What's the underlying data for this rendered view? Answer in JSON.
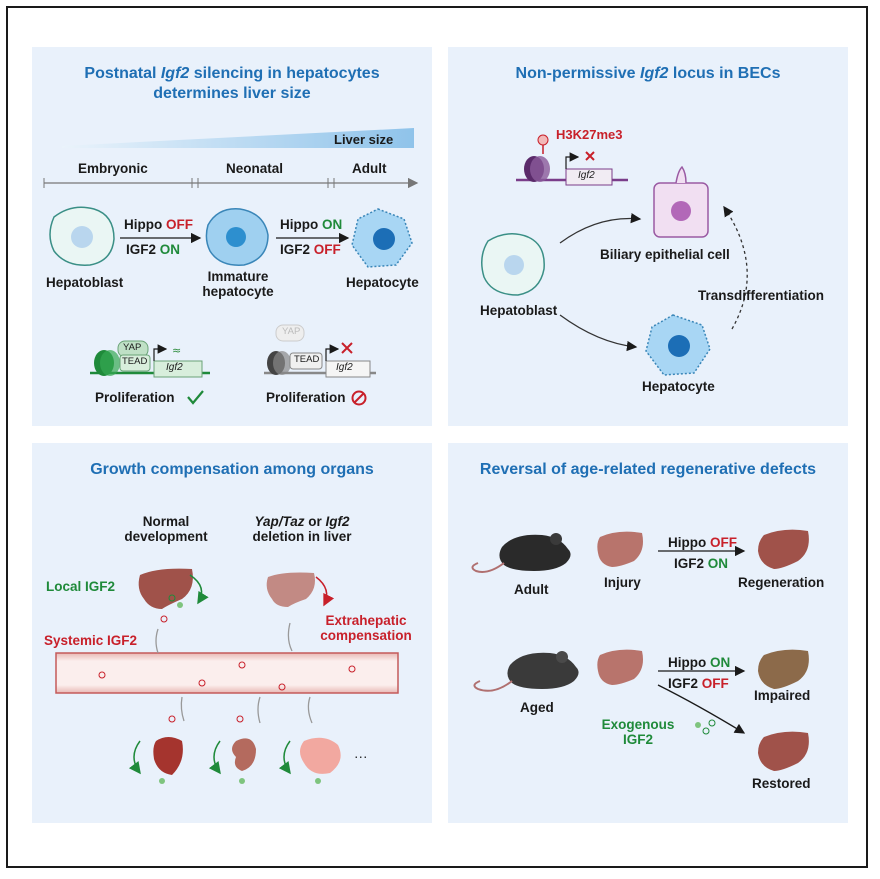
{
  "panels": {
    "tl": {
      "title_pre": "Postnatal ",
      "title_gene": "Igf2",
      "title_post": " silencing in hepatocytes",
      "title_line2": "determines liver size",
      "liver_size": "Liver size",
      "stages": [
        "Embryonic",
        "Neonatal",
        "Adult"
      ],
      "cells": [
        "Hepatoblast",
        "Immature",
        "hepatocyte",
        "Hepatocyte"
      ],
      "arrow1": {
        "a": "Hippo ",
        "a_state": "OFF",
        "b": "IGF2 ",
        "b_state": "ON"
      },
      "arrow2": {
        "a": "Hippo ",
        "a_state": "ON",
        "b": "IGF2 ",
        "b_state": "OFF"
      },
      "yap": "YAP",
      "tead": "TEAD",
      "gene": "Igf2",
      "prolif": "Proliferation"
    },
    "tr": {
      "title_pre": "Non-permissive ",
      "title_gene": "Igf2",
      "title_post": " locus in BECs",
      "mark": "H3K27me3",
      "gene": "Igf2",
      "biliary": "Biliary epithelial cell",
      "hepatoblast": "Hepatoblast",
      "hepatocyte": "Hepatocyte",
      "transdiff": "Transdifferentiation"
    },
    "bl": {
      "title": "Growth compensation among organs",
      "normal": [
        "Normal",
        "development"
      ],
      "deletion_a": "Yap/Taz",
      "deletion_or": " or ",
      "deletion_b": "Igf2",
      "deletion_l2": "deletion in liver",
      "local": "Local IGF2",
      "systemic": "Systemic IGF2",
      "extra": [
        "Extrahepatic",
        "compensation"
      ],
      "dots": "···"
    },
    "br": {
      "title": "Reversal of age-related regenerative defects",
      "adult": "Adult",
      "injury": "Injury",
      "regeneration": "Regeneration",
      "aged": "Aged",
      "impaired": "Impaired",
      "restored": "Restored",
      "exo": [
        "Exogenous",
        "IGF2"
      ],
      "arrow1": {
        "a": "Hippo ",
        "a_state": "OFF",
        "b": "IGF2 ",
        "b_state": "ON"
      },
      "arrow2": {
        "a": "Hippo ",
        "a_state": "ON",
        "b": "IGF2 ",
        "b_state": "OFF"
      }
    }
  },
  "colors": {
    "title_blue": "#1f6fb4",
    "panel_bg": "#e9f1fb",
    "off_red": "#c8202a",
    "on_green": "#1f8a3a",
    "liver": "#a0524a"
  }
}
